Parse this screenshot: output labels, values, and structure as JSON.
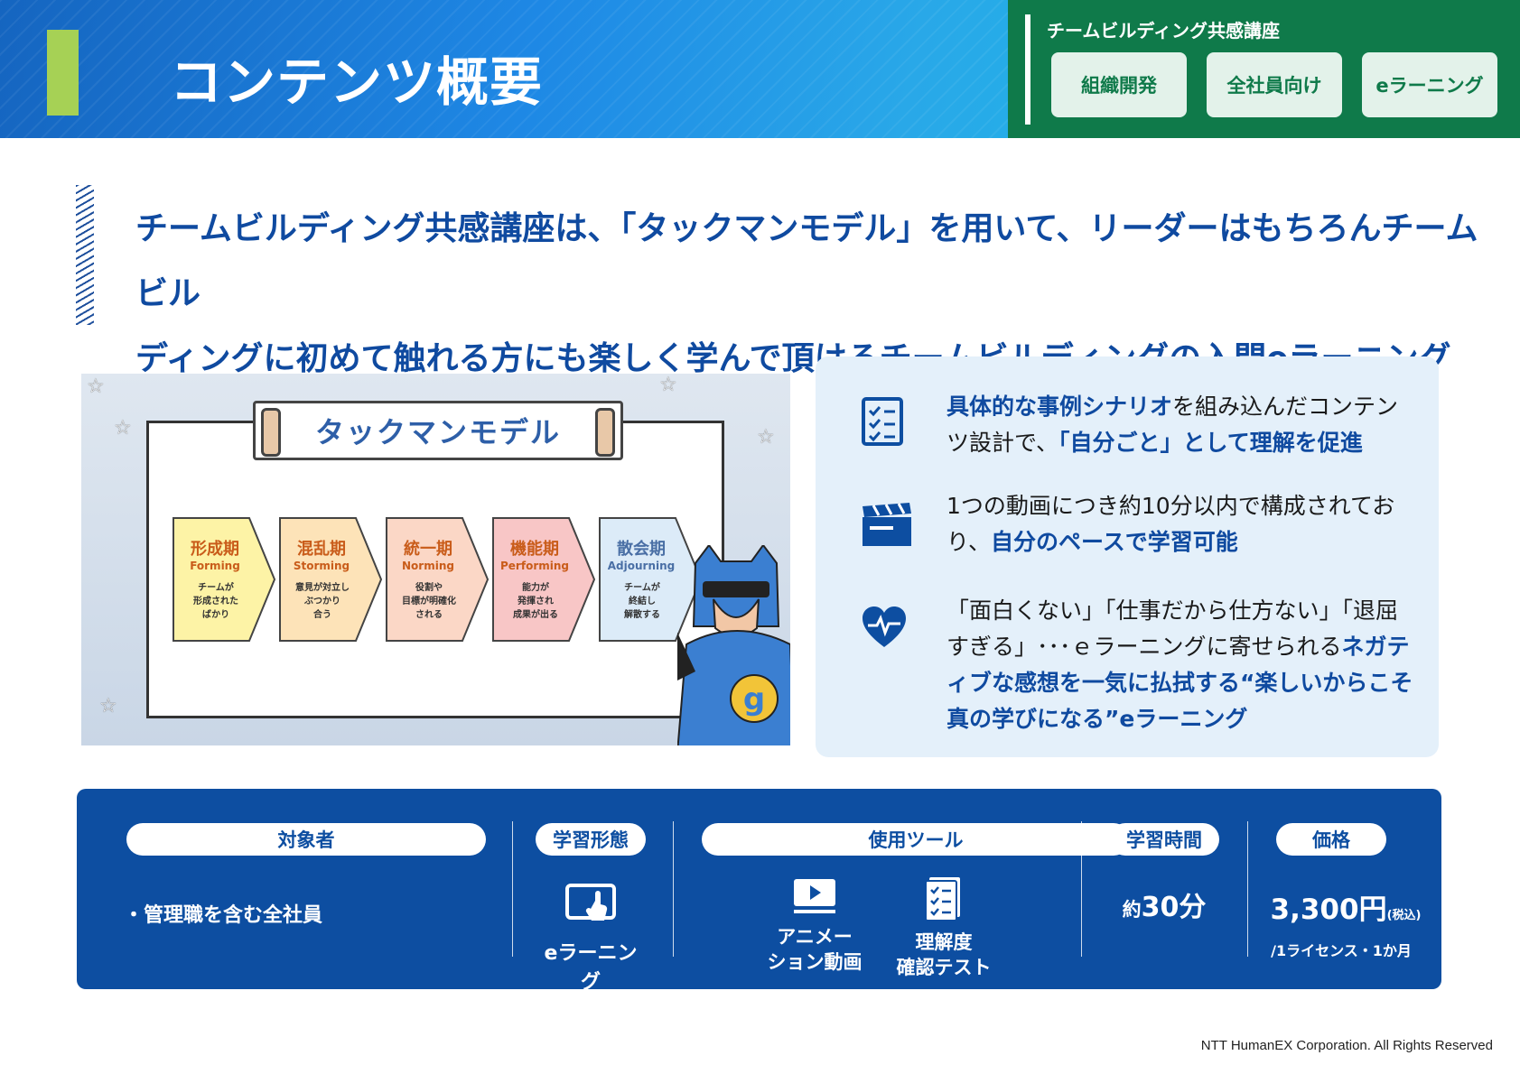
{
  "header": {
    "title": "コンテンツ概要",
    "course_name": "チームビルディング共感講座",
    "tags": [
      "組織開発",
      "全社員向け",
      "eラーニング"
    ]
  },
  "intro": {
    "line1": "チームビルディング共感講座は、「タックマンモデル」を用いて、リーダーはもちろんチームビル",
    "line2": "ディングに初めて触れる方にも楽しく学んで頂けるチームビルディングの入門eラーニングです。"
  },
  "illustration": {
    "title": "タックマンモデル",
    "phases": [
      {
        "jp": "形成期",
        "en": "Forming",
        "desc": [
          "チームが",
          "形成された",
          "ばかり"
        ],
        "color": "#fdf3a6"
      },
      {
        "jp": "混乱期",
        "en": "Storming",
        "desc": [
          "意見が対立し",
          "ぶつかり",
          "合う"
        ],
        "color": "#fde3b8"
      },
      {
        "jp": "統一期",
        "en": "Norming",
        "desc": [
          "役割や",
          "目標が明確化",
          "される"
        ],
        "color": "#fbd7c6"
      },
      {
        "jp": "機能期",
        "en": "Performing",
        "desc": [
          "能力が",
          "発揮され",
          "成果が出る"
        ],
        "color": "#f8c6c6"
      },
      {
        "jp": "散会期",
        "en": "Adjourning",
        "desc": [
          "チームが",
          "終結し",
          "解散する"
        ],
        "color": "#dcebf8"
      }
    ],
    "mascot_letter": "g"
  },
  "features": [
    {
      "icon": "checklist-icon",
      "parts": [
        {
          "t": "具体的な事例シナリオ",
          "h": true
        },
        {
          "t": "を組み込んだコンテンツ設計で、",
          "h": false
        },
        {
          "t": "「自分ごと」として理解を促進",
          "h": true
        }
      ]
    },
    {
      "icon": "clapperboard-icon",
      "parts": [
        {
          "t": "1つの動画につき約10分以内で構成されており、",
          "h": false
        },
        {
          "t": "自分のペースで学習可能",
          "h": true
        }
      ]
    },
    {
      "icon": "heartbeat-icon",
      "parts": [
        {
          "t": "「面白くない」「仕事だから仕方ない」「退屈すぎる」･･･ｅラーニングに寄せられる",
          "h": false
        },
        {
          "t": "ネガティブな感想を一気に払拭する“楽しいからこそ真の学びになる”eラーニング",
          "h": true
        }
      ]
    }
  ],
  "spec": {
    "target": {
      "label": "対象者",
      "value": "・管理職を含む全社員"
    },
    "format": {
      "label": "学習形態",
      "value": "eラーニング"
    },
    "tools": {
      "label": "使用ツール",
      "items": [
        [
          "アニメー",
          "ション動画"
        ],
        [
          "理解度",
          "確認テスト"
        ]
      ]
    },
    "time": {
      "label": "学習時間",
      "prefix": "約",
      "value": "30分"
    },
    "price": {
      "label": "価格",
      "value": "3,300円",
      "tax": "(税込)",
      "unit": "/1ライセンス・1か月"
    }
  },
  "footer": "NTT HumanEX Corporation. All Rights Reserved",
  "colors": {
    "header_blue": "#1e88e5",
    "tag_green": "#0f7a4a",
    "accent_lime": "#a6d155",
    "navy": "#0d4ea1"
  }
}
